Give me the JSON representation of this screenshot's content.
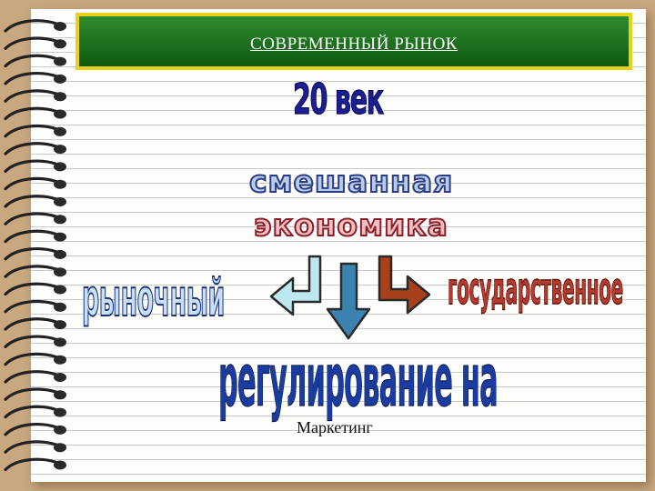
{
  "slide": {
    "title": "СОВРЕМЕННЫЙ РЫНОК",
    "century": "20 век",
    "mixed": "смешанная",
    "economy": "экономика",
    "market_word": "рыночный",
    "state_word": "государственное",
    "regulation": "регулирование на",
    "marketing": "Маркетинг"
  },
  "colors": {
    "title_bg": "#1f6d1f",
    "title_border": "#e6d21a",
    "arrow_left": "#bde8f0",
    "arrow_down": "#3b82b0",
    "arrow_right": "#a8401a"
  }
}
